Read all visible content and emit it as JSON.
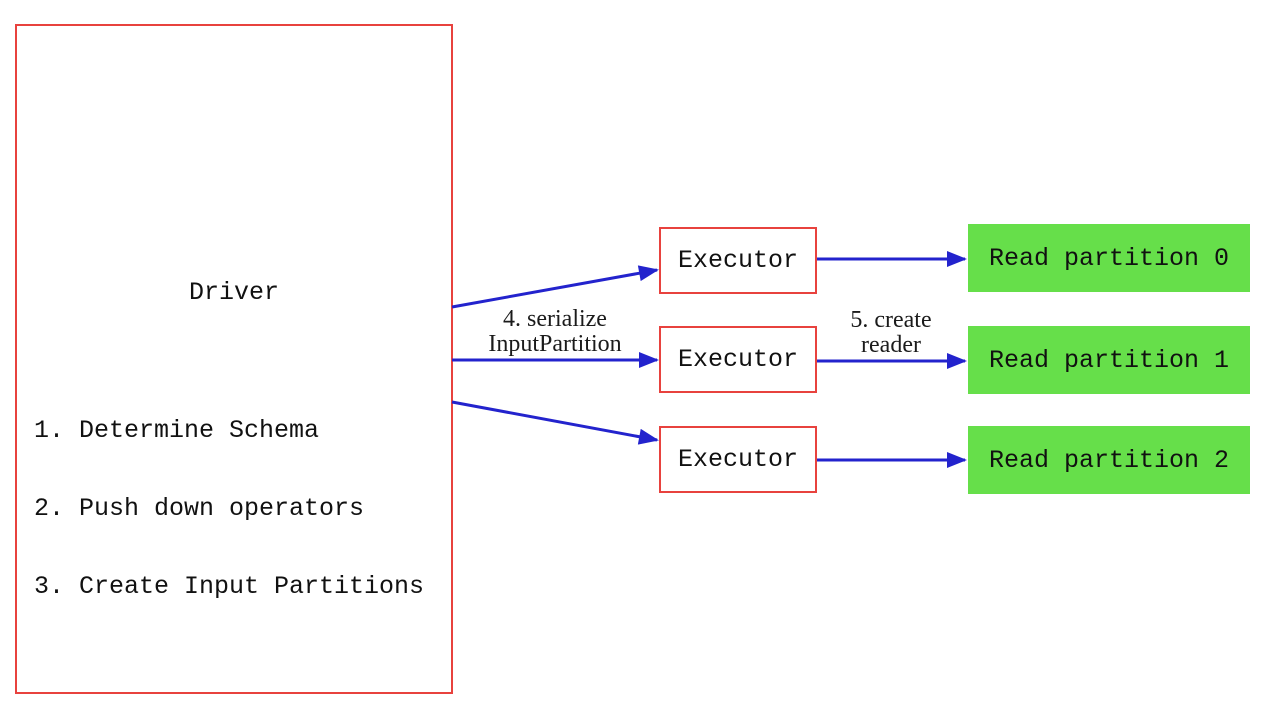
{
  "colors": {
    "red_border": "#e8423e",
    "arrow_blue": "#2323cd",
    "partition_green": "#66df4a",
    "text": "#111111"
  },
  "driver": {
    "title": "Driver",
    "steps": {
      "0": "1. Determine Schema",
      "1": "2. Push down operators",
      "2": "3. Create Input Partitions"
    }
  },
  "executors": {
    "0": {
      "label": "Executor"
    },
    "1": {
      "label": "Executor"
    },
    "2": {
      "label": "Executor"
    }
  },
  "partitions": {
    "0": {
      "label": "Read partition 0"
    },
    "1": {
      "label": "Read partition 1"
    },
    "2": {
      "label": "Read partition 2"
    }
  },
  "edge_labels": {
    "serialize_line1": "4. serialize",
    "serialize_line2": "InputPartition",
    "reader_line1": "5. create",
    "reader_line2": "reader"
  }
}
